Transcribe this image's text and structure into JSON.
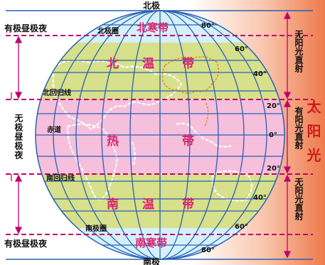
{
  "labels": {
    "north_pole": "北极",
    "south_pole": "南极",
    "arctic_circle": "北极圈",
    "antarctic_circle": "南极圈",
    "tropic_cancer": "北回归线",
    "tropic_capricorn": "南回归线",
    "equator": "赤道",
    "polar_day_night": "有极昼极夜",
    "no_polar_day_night": "无极昼极夜",
    "north_frigid_zone": "北寒带",
    "south_frigid_zone": "南寒带",
    "sun": "太阳光",
    "no_direct_sun": "无阳光直射",
    "direct_sun": "有阳光直射",
    "temperate_char": "温",
    "temperate_zone_char": "带",
    "tropical_char": "热",
    "north_char": "北",
    "south_char": "南"
  },
  "latitude_ticks": {
    "lat_80": "80°",
    "lat_60": "60°",
    "lat_40": "40°",
    "lat_20": "20°",
    "lat_0": "0°"
  },
  "colors": {
    "frigid_zone": "#d4f1fb",
    "temperate_zone": "#d7e08a",
    "tropical_zone": "#f6bfdc",
    "grid": "#2a5fb5",
    "line_magenta": "#c0006c",
    "sun_gradient_start": "#ffffff",
    "sun_gradient_end": "#ee7a4c",
    "zone_text": "#d8246e",
    "coast": "#ffffff",
    "asia_outline": "#f08a16"
  }
}
